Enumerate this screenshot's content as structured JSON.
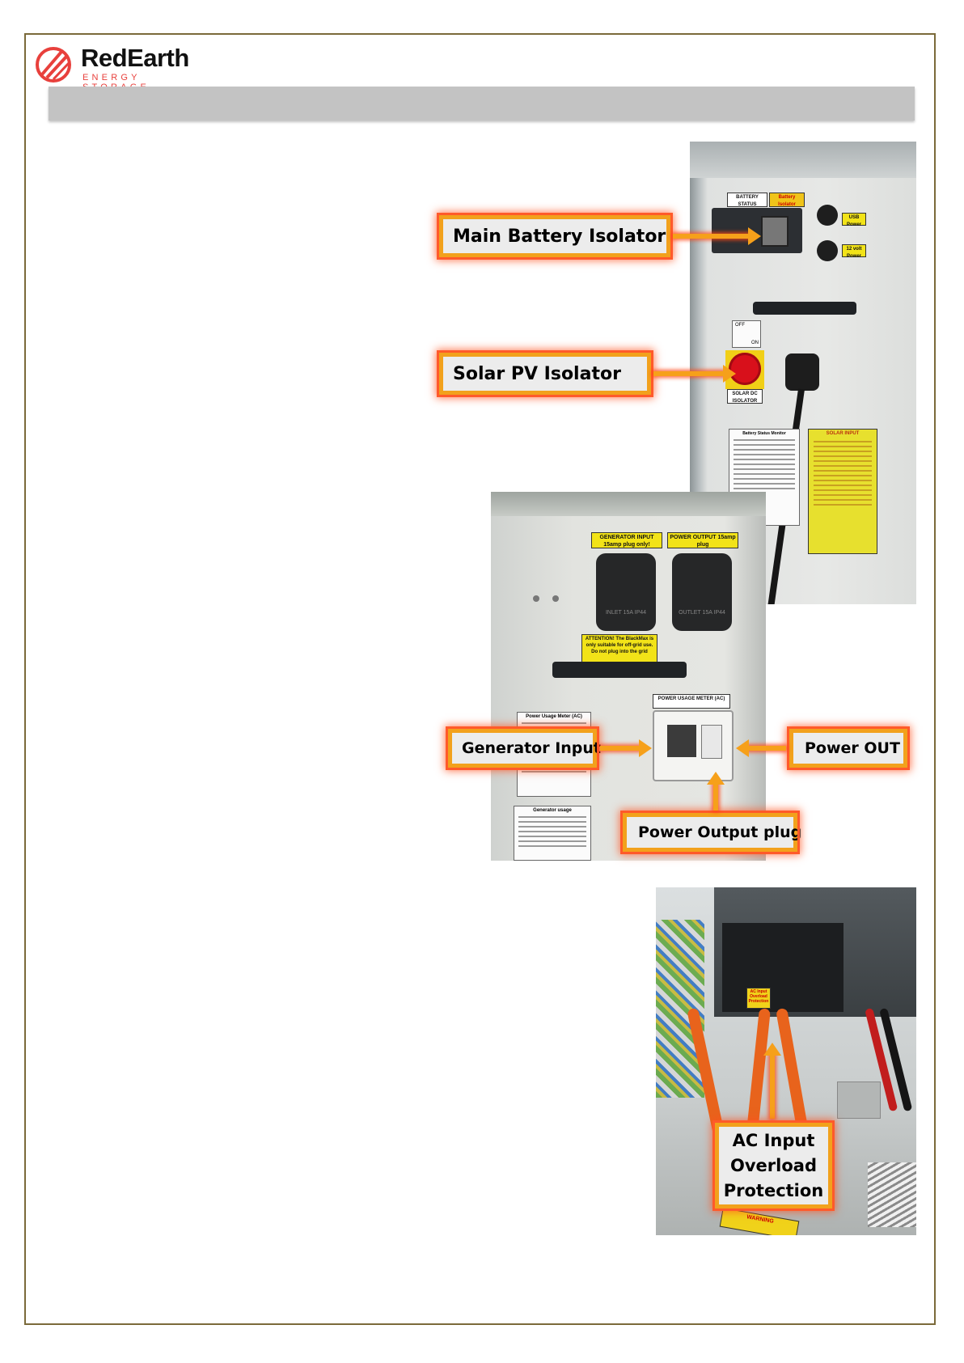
{
  "brand": {
    "name": "RedEarth",
    "tagline": "ENERGY STORAGE",
    "accent_color": "#e8403c"
  },
  "photo1": {
    "stickers": {
      "battery_status": "BATTERY STATUS",
      "battery_isolator": "Battery Isolator",
      "usb": "USB Power",
      "volt12": "12 volt Power",
      "off": "OFF",
      "on": "ON",
      "solar_dc": "SOLAR DC ISOLATOR",
      "monitor_title": "Battery Status Monitor",
      "solar_input": "SOLAR INPUT"
    },
    "callouts": {
      "main_battery_isolator": "Main Battery Isolator",
      "solar_pv_isolator": "Solar PV Isolator"
    }
  },
  "photo2": {
    "stickers": {
      "generator_input": "GENERATOR INPUT 15amp plug only!",
      "power_output": "POWER OUTPUT 15amp plug",
      "inlet": "INLET 15A IP44",
      "outlet": "OUTLET 15A IP44",
      "attention": "ATTENTION! The BlackMax is only suitable for off-grid use. Do not plug into the grid",
      "meter_label": "POWER USAGE METER (AC)",
      "meter_card_title": "Power Usage Meter (AC)",
      "generator_usage": "Generator usage"
    },
    "callouts": {
      "generator_input": "Generator Input",
      "power_out": "Power OUT",
      "power_output_plug": "Power Output plug"
    }
  },
  "photo3": {
    "stickers": {
      "ac_input_small": "AC Input Overload Protection",
      "warning": "WARNING"
    },
    "callouts": {
      "ac_input_line1": "AC Input",
      "ac_input_line2": "Overload",
      "ac_input_line3": "Protection"
    }
  },
  "colors": {
    "callout_border": "#f2a11c",
    "callout_glow": "#ff5a2a",
    "sticker_yellow": "#f2e318",
    "frame": "#7b6a3a"
  }
}
